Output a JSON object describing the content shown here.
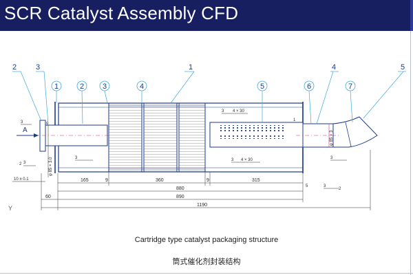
{
  "header": {
    "title": "SCR Catalyst Assembly CFD"
  },
  "drawing": {
    "callouts": [
      "1",
      "2",
      "3",
      "4",
      "5",
      "6",
      "7"
    ],
    "outer_callouts": {
      "left_2": "2",
      "left_3": "3",
      "right_4": "4",
      "right_5": "5"
    },
    "arrow_label": "A",
    "weld_note_a": "4 × 30",
    "weld_note_b": "4 × 30",
    "weld_num": "3",
    "weld_num_small": "2",
    "left_dim_text": "10 ± 0.1",
    "inlet_dia": "φ 85 × 3.0",
    "outlet_dia": "φ 85 × 3",
    "small_1": "1",
    "small_5": "5",
    "dims": {
      "d165": "165",
      "d9a": "9",
      "d360": "360",
      "d9b": "9",
      "d315": "315",
      "d880": "880",
      "d60": "60",
      "d890": "890",
      "d1190": "1190"
    }
  },
  "axis_marker": "Y",
  "caption_en": "Cartridge type catalyst packaging structure",
  "caption_cn": "筒式催化剂封装结构",
  "colors": {
    "title_bg": "#171f61",
    "line": "#1a3a8a",
    "dim": "#2a2a2a",
    "callout": "#3aa9d9",
    "hatch": "#6a6a6a",
    "accent": "#cc2b8b"
  }
}
